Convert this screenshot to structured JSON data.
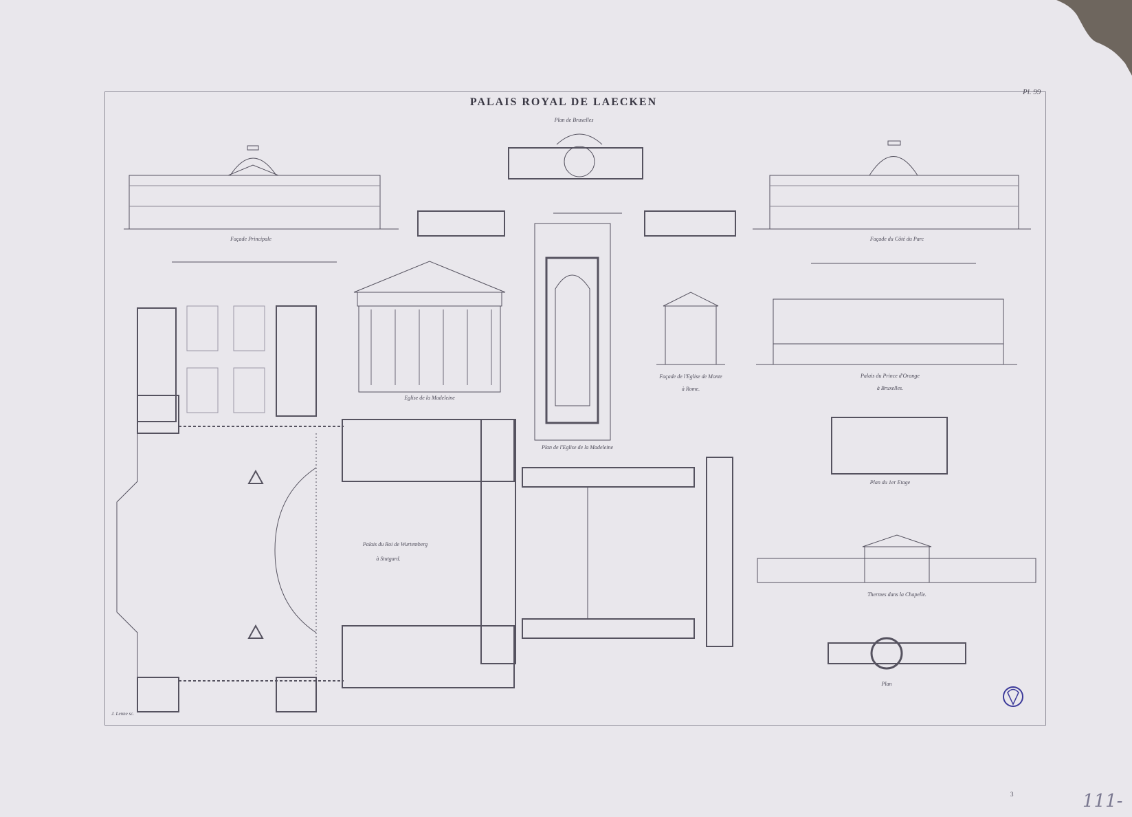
{
  "title": "PALAIS ROYAL DE LAECKEN",
  "plate_number": "Pl. 99",
  "captions": {
    "plan_brussels": "Plan de Bruxelles",
    "facade_principale": "Façade Principale",
    "facade_parc": "Façade du Côté du Parc",
    "eglise_madeleine": "Eglise de la Madeleine",
    "plan_eglise": "Plan de l'Eglise de la Madeleine",
    "facade_eglise_rome_1": "Façade de l'Eglise de Monte",
    "facade_eglise_rome_2": "à Rome.",
    "palais_orange_1": "Palais du Prince d'Orange",
    "palais_orange_2": "à Bruxelles.",
    "plan_etage": "Plan du 1er Etage",
    "palais_wurtemberg_1": "Palais du Roi de Wurtemberg",
    "palais_wurtemberg_2": "à Stutgard.",
    "thermes": "Thermes dans la Chapelle.",
    "plan": "Plan"
  },
  "engraver": "J. Lenne sc.",
  "handwritten_number": "111-",
  "footnote": "3",
  "colors": {
    "paper": "#e9e7ec",
    "ink": "#3a3844",
    "background": "#6e665e"
  }
}
